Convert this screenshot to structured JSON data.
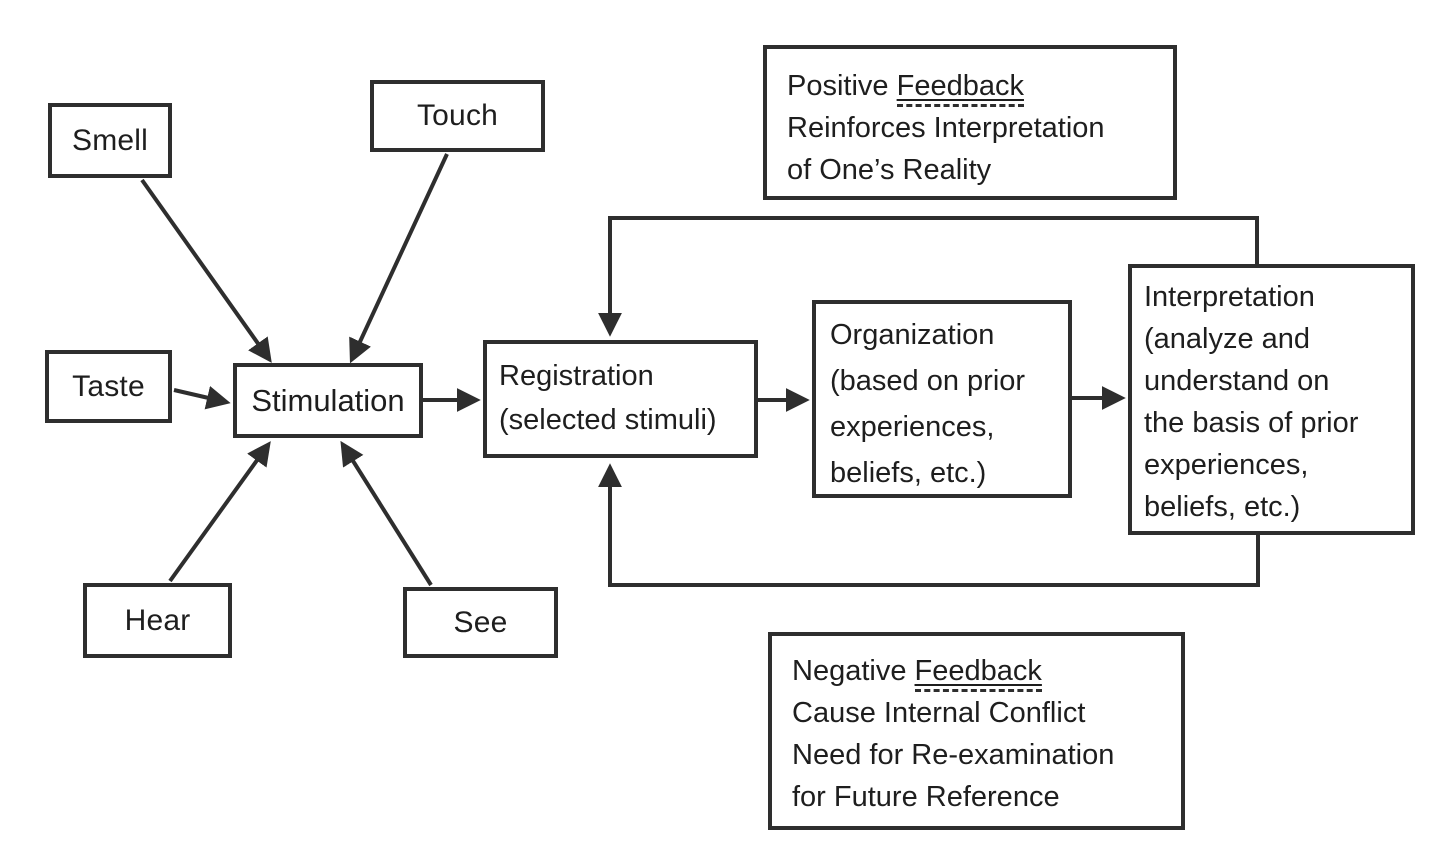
{
  "diagram": {
    "senses": {
      "smell": {
        "label": "Smell"
      },
      "touch": {
        "label": "Touch"
      },
      "taste": {
        "label": "Taste"
      },
      "hear": {
        "label": "Hear"
      },
      "see": {
        "label": "See"
      }
    },
    "process": {
      "stimulation": {
        "label": "Stimulation"
      },
      "registration": {
        "label": "Registration\n(selected stimuli)"
      },
      "organization": {
        "label": "Organization\n(based on prior\nexperiences,\nbeliefs, etc.)"
      },
      "interpretation": {
        "label": "Interpretation\n(analyze and\nunderstand on\nthe basis of prior\nexperiences,\nbeliefs, etc.)"
      }
    },
    "feedback": {
      "positive": {
        "prefix": "Positive",
        "keyword": "Feedback",
        "rest": "Reinforces Interpretation\nof One’s Reality"
      },
      "negative": {
        "prefix": "Negative",
        "keyword": "Feedback",
        "rest": "Cause Internal Conflict\nNeed for Re-examination\nfor Future Reference"
      }
    },
    "colors": {
      "background": "#ffffff",
      "line": "#2e2e2e",
      "text": "#1e1e1e"
    }
  }
}
